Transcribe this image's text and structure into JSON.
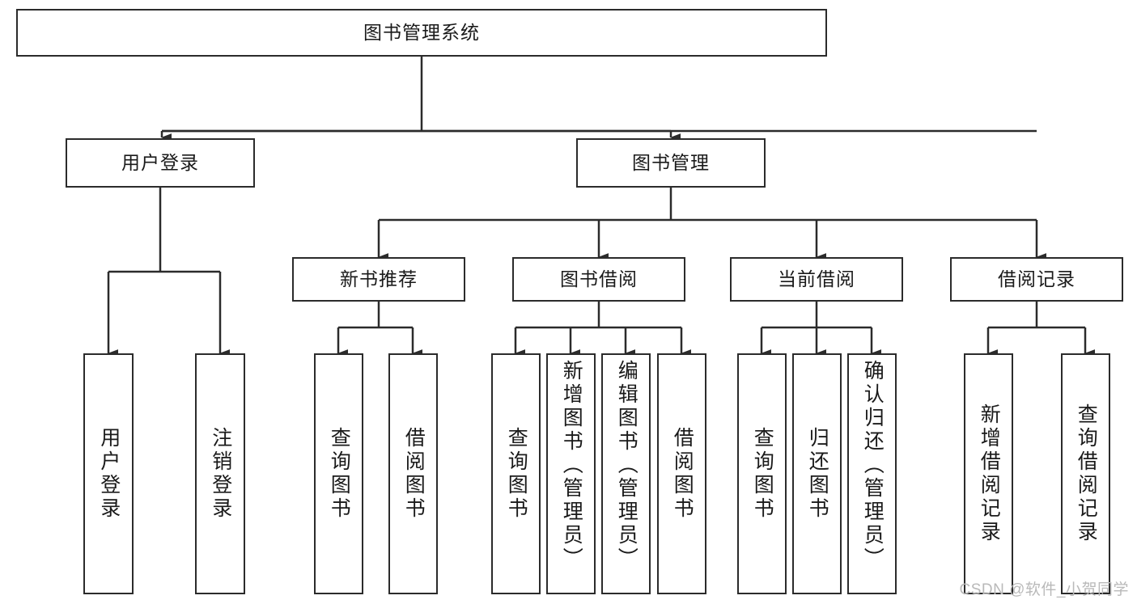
{
  "diagram": {
    "title": "图书管理系统",
    "type": "tree-hierarchy-chart",
    "watermark": "CSDN @软件_小贺同学",
    "colors": {
      "stroke": "#2b2b2b",
      "background": "#ffffff",
      "text": "#1a1a1a",
      "watermark": "#b9b9b9"
    },
    "root": {
      "label": "图书管理系统"
    },
    "level2": [
      {
        "id": "user-login",
        "label": "用户登录"
      },
      {
        "id": "book-manage",
        "label": "图书管理"
      }
    ],
    "level3": [
      {
        "id": "new-book-recommend",
        "label": "新书推荐"
      },
      {
        "id": "book-borrow",
        "label": "图书借阅"
      },
      {
        "id": "current-borrow",
        "label": "当前借阅"
      },
      {
        "id": "borrow-record",
        "label": "借阅记录"
      }
    ],
    "leaves": [
      {
        "id": "leaf-user-login",
        "label": "用户登录",
        "parent": "user-login"
      },
      {
        "id": "leaf-user-logout",
        "label": "注销登录",
        "parent": "user-login"
      },
      {
        "id": "leaf-query-book-1",
        "label": "查询图书",
        "parent": "new-book-recommend"
      },
      {
        "id": "leaf-borrow-book-1",
        "label": "借阅图书",
        "parent": "new-book-recommend"
      },
      {
        "id": "leaf-query-book-2",
        "label": "查询图书",
        "parent": "book-borrow"
      },
      {
        "id": "leaf-add-book",
        "label": "新增图书（管理员）",
        "parent": "book-borrow"
      },
      {
        "id": "leaf-edit-book",
        "label": "编辑图书（管理员）",
        "parent": "book-borrow"
      },
      {
        "id": "leaf-borrow-book-2",
        "label": "借阅图书",
        "parent": "book-borrow"
      },
      {
        "id": "leaf-query-book-3",
        "label": "查询图书",
        "parent": "current-borrow"
      },
      {
        "id": "leaf-return-book",
        "label": "归还图书",
        "parent": "current-borrow"
      },
      {
        "id": "leaf-confirm-return",
        "label": "确认归还（管理员）",
        "parent": "current-borrow"
      },
      {
        "id": "leaf-add-record",
        "label": "新增借阅记录",
        "parent": "borrow-record"
      },
      {
        "id": "leaf-query-record",
        "label": "查询借阅记录",
        "parent": "borrow-record"
      }
    ]
  }
}
